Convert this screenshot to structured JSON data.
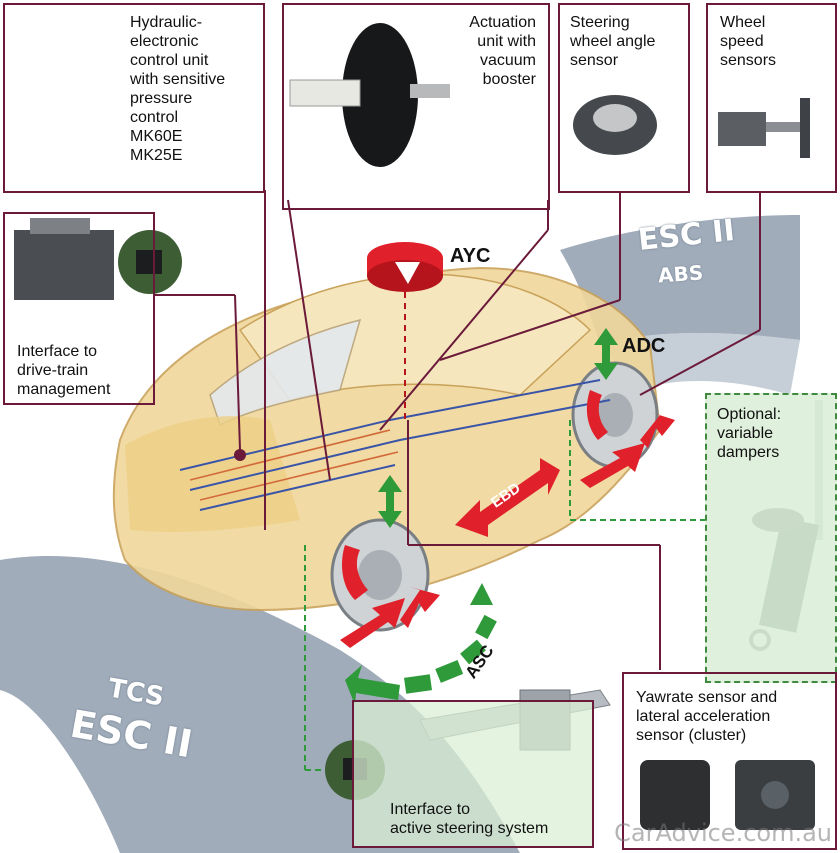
{
  "labels": {
    "hydraulic": "Hydraulic-\nelectronic\ncontrol unit\nwith sensitive\npressure\ncontrol\nMK60E\nMK25E",
    "actuation": "Actuation\nunit with\nvacuum\nbooster",
    "steering_angle": "Steering\nwheel angle\nsensor",
    "wheel_speed": "Wheel\nspeed\nsensors",
    "interface_drivetrain": "Interface to\ndrive-train\nmanagement",
    "optional_dampers": "Optional:\nvariable\ndampers",
    "yawrate": "Yawrate sensor and\nlateral acceleration\nsensor (cluster)",
    "interface_steering": "Interface to\nactive steering system"
  },
  "tags": {
    "ayc": "AYC",
    "adc": "ADC",
    "ebd": "EBD",
    "asc": "ASC"
  },
  "bands": {
    "upper_esc": "ESC II",
    "upper_abs": "ABS",
    "lower_tcs": "TCS",
    "lower_esc": "ESC II"
  },
  "watermark": "CarAdvice.com.au",
  "colors": {
    "frame": "#6b1a3a",
    "band": "#8f9eae",
    "car_body": "#f0d79a",
    "red_arrow": "#e0202a",
    "green_arrow": "#2f9a3a",
    "green_box": "#d9efd4"
  }
}
